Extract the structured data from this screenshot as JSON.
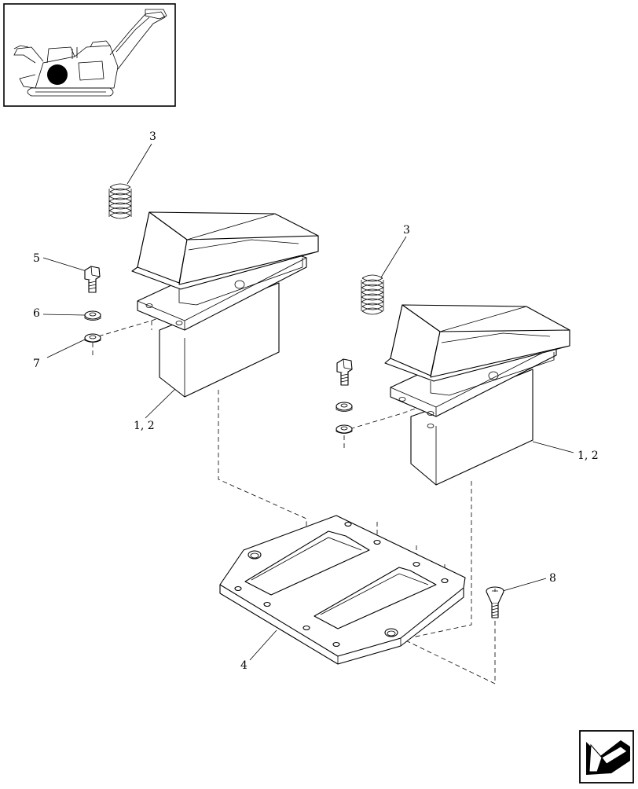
{
  "diagram": {
    "callouts": [
      {
        "id": "callout-3-left",
        "text": "3"
      },
      {
        "id": "callout-3-right",
        "text": "3"
      },
      {
        "id": "callout-5",
        "text": "5"
      },
      {
        "id": "callout-6",
        "text": "6"
      },
      {
        "id": "callout-7",
        "text": "7"
      },
      {
        "id": "callout-1-2-left",
        "text": "1, 2"
      },
      {
        "id": "callout-1-2-right",
        "text": "1, 2"
      },
      {
        "id": "callout-4",
        "text": "4"
      },
      {
        "id": "callout-8",
        "text": "8"
      }
    ],
    "locator_thumbnail": "harvester-locator",
    "navigation_icon": "arrow-navigation-icon"
  }
}
